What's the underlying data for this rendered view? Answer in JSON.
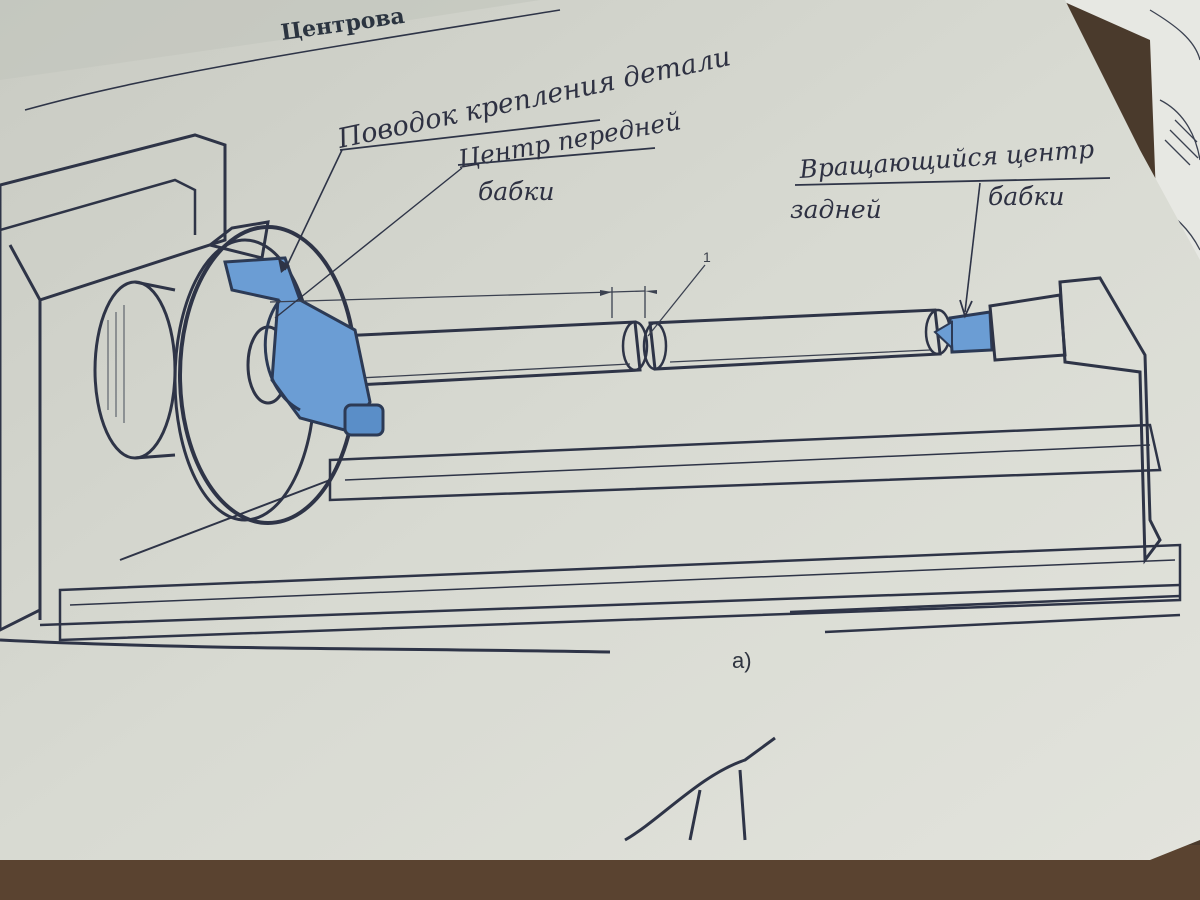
{
  "heading": {
    "text": "Центрова"
  },
  "labels": {
    "drive_dog": "Поводок крепления детали",
    "head_center_line1": "Центр передней",
    "head_center_line2": "бабки",
    "live_center_line1": "Вращающийся центр",
    "live_center_line2a": "задней",
    "live_center_line2b": "бабки"
  },
  "callout_number": "1",
  "caption": "а)",
  "colors": {
    "paper": "#d6d8d0",
    "ink": "#2e3447",
    "highlight_blue": "#6b9dd4",
    "table_wood": "#4a3a2c"
  }
}
